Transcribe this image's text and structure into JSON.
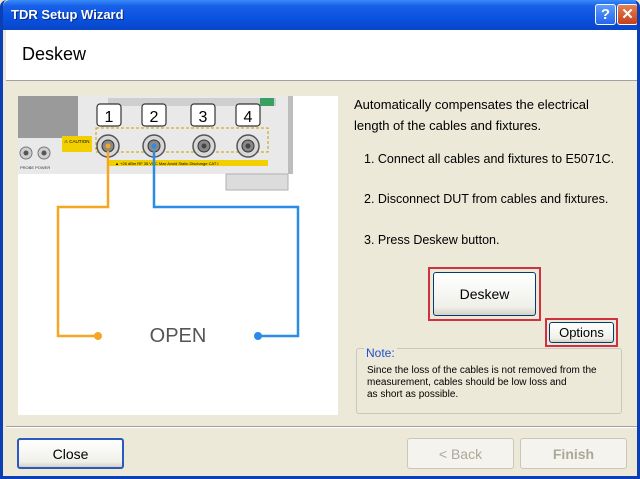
{
  "window": {
    "title": "TDR Setup Wizard"
  },
  "header": {
    "title": "Deskew"
  },
  "figure": {
    "port_labels": [
      "1",
      "2",
      "3",
      "4"
    ],
    "open_label": "OPEN",
    "caution_label": "⚠ CAUTION",
    "warning_strip": "▲ +26 dBm  RF  35 VDC Max  Avoid Static Discharge CAT I",
    "probe_power_label": "PROBE POWER",
    "colors": {
      "port1_cable": "#f5a623",
      "port2_cable": "#2b8ce8"
    }
  },
  "instructions": {
    "intro_line1": "Automatically compensates the electrical",
    "intro_line2": "length of the cables and fixtures.",
    "step1": "1. Connect all cables and fixtures to E5071C.",
    "step2": "2. Disconnect DUT from cables and fixtures.",
    "step3": "3. Press Deskew button."
  },
  "buttons": {
    "deskew": "Deskew",
    "options": "Options",
    "close": "Close",
    "back": "< Back",
    "finish": "Finish"
  },
  "note": {
    "label": "Note:",
    "line1": "Since the loss of the cables is not removed from the",
    "line2": "measurement, cables should be low loss and",
    "line3": "as short as possible."
  }
}
